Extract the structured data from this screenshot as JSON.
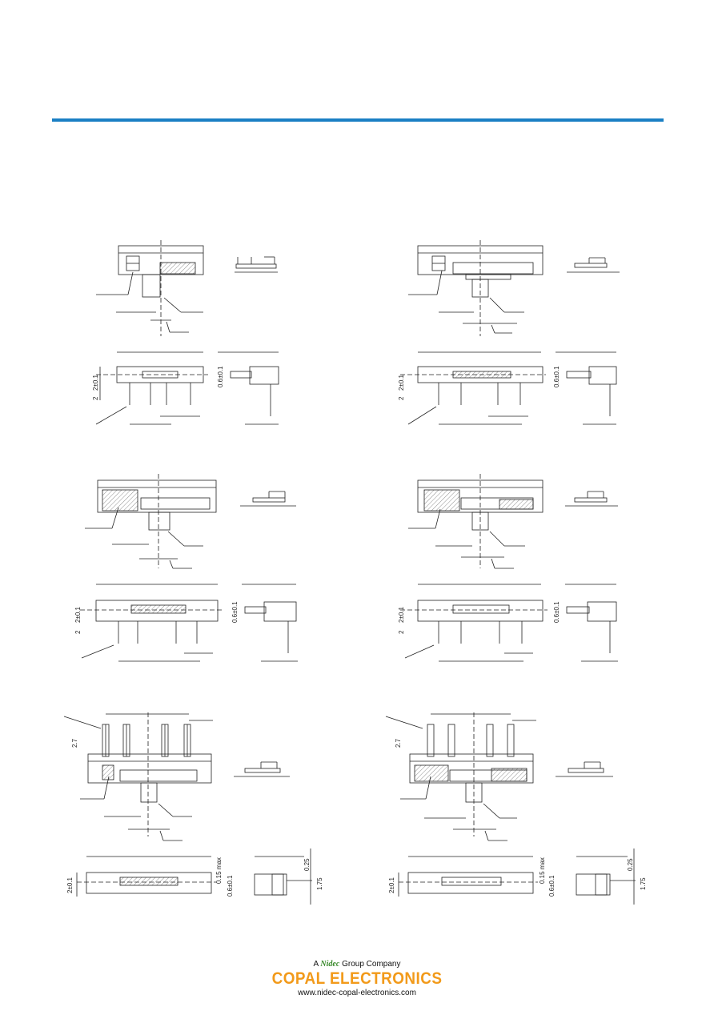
{
  "colors": {
    "rule": "#1a7fc4",
    "logo": "#f29a1a",
    "brand": "#3a8a2c"
  },
  "dims": {
    "h2": "2",
    "h2tol": "2±0.1",
    "w06": "0.6±0.1",
    "h27": "2.7",
    "tol015": "0.15 max",
    "tol025": "0.25",
    "h175": "1.75"
  },
  "footer": {
    "prefix": "A",
    "brand": "Nidec",
    "suffix": "Group Company",
    "company": "COPAL ELECTRONICS",
    "url": "www.nidec-copal-electronics.com"
  }
}
